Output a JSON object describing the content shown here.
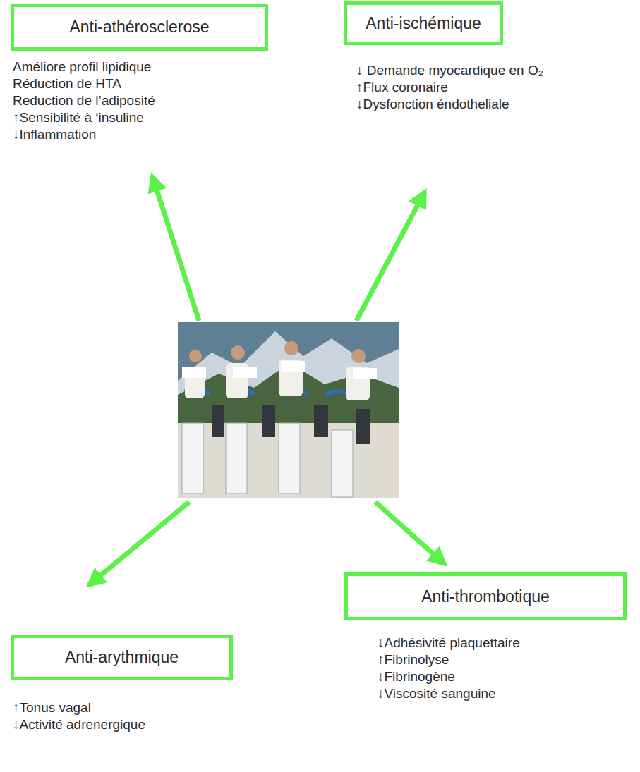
{
  "diagram": {
    "nodes": [
      {
        "text": [
          "Anti-athérosclerose",
          "Améliore profil lipidique",
          "Réduction de HTA",
          "Reduction de l’adiposité",
          "↑Sensibilité à ‘insuline",
          "↓Inflammation"
        ]
      },
      {
        "text": [
          "Anti-ischémique",
          "↓ Demande myocardique en O₂",
          "↑Flux coronaire",
          "↓Dysfonction éndotheliale"
        ]
      },
      {
        "text": [
          "Anti-arythmique",
          "↑Tonus vagal",
          "↓Activité adrenergique"
        ]
      },
      {
        "text": [
          "Anti-thrombotique",
          "↓Adhésivité plaquettaire",
          "↑Fibrinolyse",
          "↓Fibrinogène",
          "↓Viscosité sanguine"
        ]
      }
    ]
  }
}
